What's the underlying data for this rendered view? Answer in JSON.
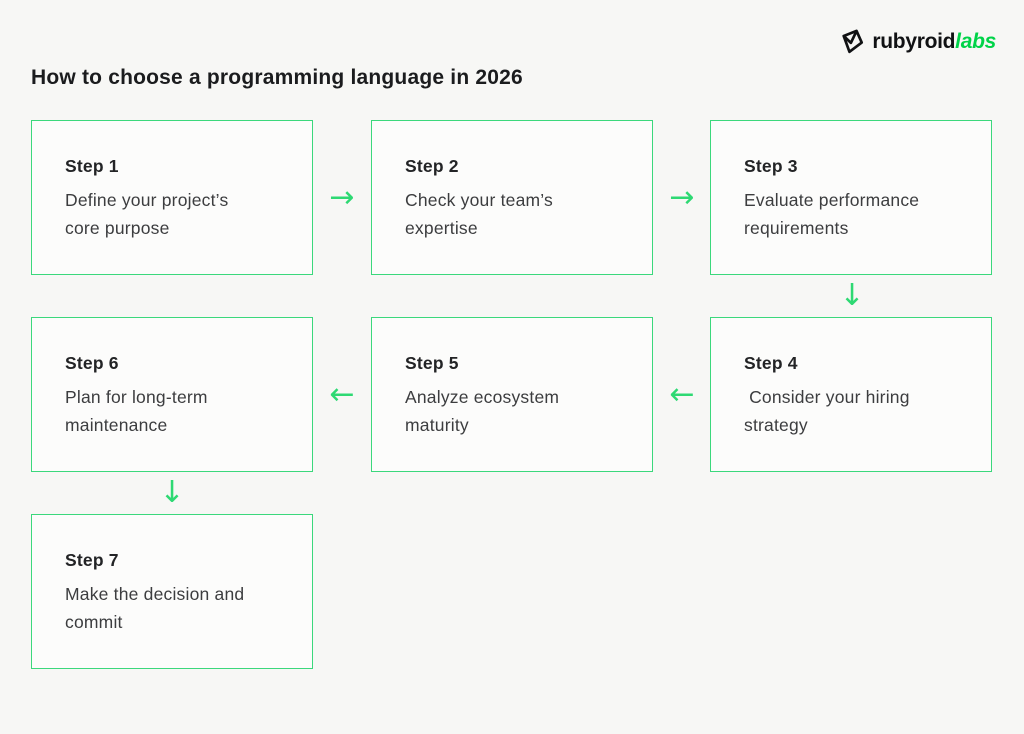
{
  "logo": {
    "brand_black": "rubyroid",
    "brand_green": "labs"
  },
  "title": "How to choose a programming language in 2026",
  "colors": {
    "background": "#f7f7f5",
    "box_background": "#fcfcfb",
    "box_border_green": "#3bd87c",
    "arrow_green": "#2ed973",
    "logo_green": "#00d348",
    "text_dark": "#232426",
    "text_body": "#3c3d3f"
  },
  "icons": {
    "arrow_right": "→",
    "arrow_left": "←",
    "arrow_down": "↓"
  },
  "steps": [
    {
      "label": "Step 1",
      "description": "Define your project’s\ncore purpose"
    },
    {
      "label": "Step 2",
      "description": "Check your team’s\nexpertise"
    },
    {
      "label": "Step 3",
      "description": "Evaluate performance\nrequirements"
    },
    {
      "label": "Step 4",
      "description": " Consider your hiring\nstrategy"
    },
    {
      "label": "Step 5",
      "description": "Analyze ecosystem\nmaturity"
    },
    {
      "label": "Step 6",
      "description": "Plan for long-term\nmaintenance"
    },
    {
      "label": "Step 7",
      "description": "Make the decision and\ncommit"
    }
  ]
}
